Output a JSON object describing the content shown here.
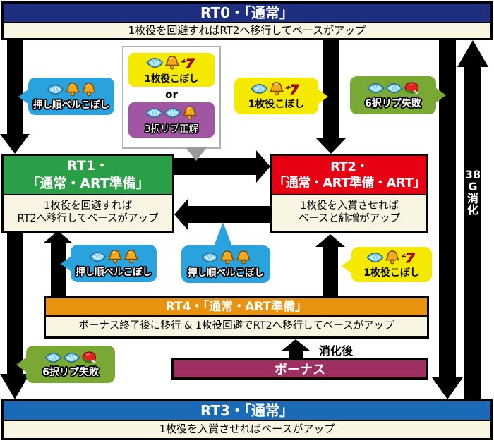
{
  "colors": {
    "rt0_header": "#1d2f7e",
    "rt1_header": "#2b9f47",
    "rt2_header": "#e60012",
    "rt3_header": "#1b6ab7",
    "rt4_header": "#e8920f",
    "bonus": "#9f2f63",
    "panel_bg": "#f8f5e3",
    "bubble_blue": "#2aa2de",
    "bubble_yellow": "#f5e900",
    "bubble_green": "#7aa834",
    "label_purple": "#a156a3",
    "arrow": "#000000"
  },
  "rt0": {
    "title": "RT0・「通常」",
    "desc": "1枚役を回避すればRT2へ移行してベースがアップ"
  },
  "rt1": {
    "title1": "RT1・",
    "title2": "「通常・ART準備」",
    "desc1": "1枚役を回避すれば",
    "desc2": "RT2へ移行してベースがアップ"
  },
  "rt2": {
    "title1": "RT2・",
    "title2": "「通常・ART準備・ART」",
    "desc1": "1枚役を入賞させれば",
    "desc2": "ベースと純増がアップ"
  },
  "rt3": {
    "title": "RT3・「通常」",
    "desc": "1枚役を入賞させればベースがアップ"
  },
  "rt4": {
    "title": "RT4・「通常・ART準備」",
    "desc": "ボーナス終了後に移行 & 1枚役回避でRT2へ移行してベースがアップ"
  },
  "bonus": {
    "label": "ボーナス",
    "after_label": "消化後"
  },
  "right_note": {
    "chars": [
      "38",
      "G",
      "消",
      "化"
    ]
  },
  "or_box": {
    "top": {
      "label": "1枚役こぼし",
      "icons": [
        "diamond",
        "bell",
        "seven"
      ]
    },
    "or": "or",
    "bottom": {
      "label": "3択リプ正解",
      "icons": [
        "diamond",
        "diamond",
        "bell"
      ]
    }
  },
  "bubbles": {
    "push_bell_a": {
      "label": "押し順ベルこぼし",
      "icons": [
        "diamond",
        "bell",
        "bell"
      ]
    },
    "ichimai_b": {
      "label": "1枚役こぼし",
      "icons": [
        "diamond",
        "bell",
        "seven"
      ]
    },
    "rokutaku_c": {
      "label": "6択リプ失敗",
      "icons": [
        "diamond",
        "diamond",
        "melon"
      ]
    },
    "push_bell_d": {
      "label": "押し順ベルこぼし",
      "icons": [
        "diamond",
        "bell",
        "bell"
      ]
    },
    "push_bell_e": {
      "label": "押し順ベルこぼし",
      "icons": [
        "diamond",
        "bell",
        "bell"
      ]
    },
    "ichimai_f": {
      "label": "1枚役こぼし",
      "icons": [
        "diamond",
        "bell",
        "seven"
      ]
    },
    "rokutaku_g": {
      "label": "6択リプ失敗",
      "icons": [
        "diamond",
        "diamond",
        "melon"
      ]
    }
  }
}
